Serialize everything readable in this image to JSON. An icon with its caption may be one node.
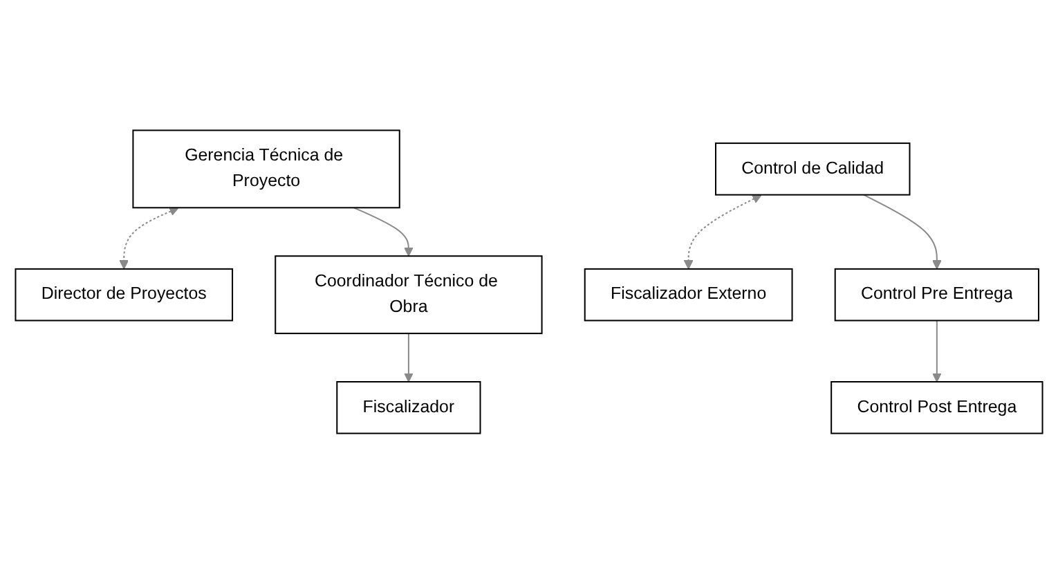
{
  "diagram": {
    "nodes": [
      {
        "text": [
          "Gerencia Técnica de Proyecto"
        ]
      },
      {
        "text": [
          "Director de Proyectos"
        ]
      },
      {
        "text": [
          "Control de Calidad"
        ]
      },
      {
        "text": [
          "Fiscalizador Externo"
        ]
      },
      {
        "text": [
          "Coordinador Técnico de Obra"
        ]
      },
      {
        "text": [
          "Control Pre Entrega"
        ]
      },
      {
        "text": [
          "Control Post Entrega"
        ]
      },
      {
        "text": [
          "Fiscalizador"
        ]
      }
    ],
    "edges": [
      {
        "from": 0,
        "to": 1,
        "arrow": "both",
        "style": "dashed"
      },
      {
        "from": 2,
        "to": 3,
        "arrow": "both",
        "style": "dashed"
      },
      {
        "from": 0,
        "to": 4,
        "arrow": "to"
      },
      {
        "from": 2,
        "to": 5,
        "arrow": "to"
      },
      {
        "from": 5,
        "to": 6,
        "arrow": "to"
      },
      {
        "from": 4,
        "to": 7,
        "arrow": "to"
      }
    ]
  }
}
